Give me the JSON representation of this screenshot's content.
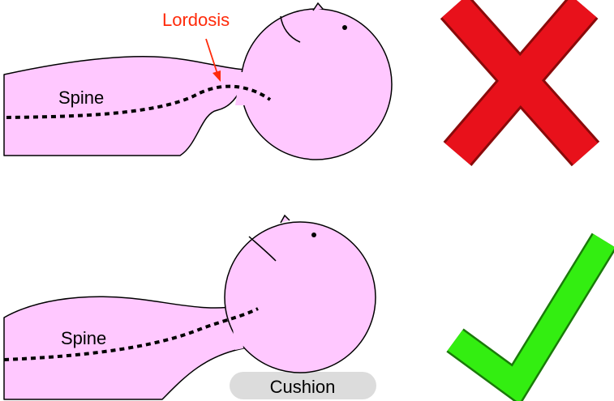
{
  "labels": {
    "lordosis": "Lordosis",
    "spine_top": "Spine",
    "spine_bottom": "Spine",
    "cushion": "Cushion"
  },
  "icons": {
    "incorrect": "x-mark-icon",
    "correct": "check-mark-icon"
  },
  "colors": {
    "body_fill": "#ffc8ff",
    "outline": "#000000",
    "annotation": "#ff2a0a",
    "x_fill": "#e8111b",
    "x_stroke": "#8a0a0a",
    "check_fill": "#33ee11",
    "check_stroke": "#1a7a0a",
    "cushion_fill": "#dcdcdc"
  }
}
